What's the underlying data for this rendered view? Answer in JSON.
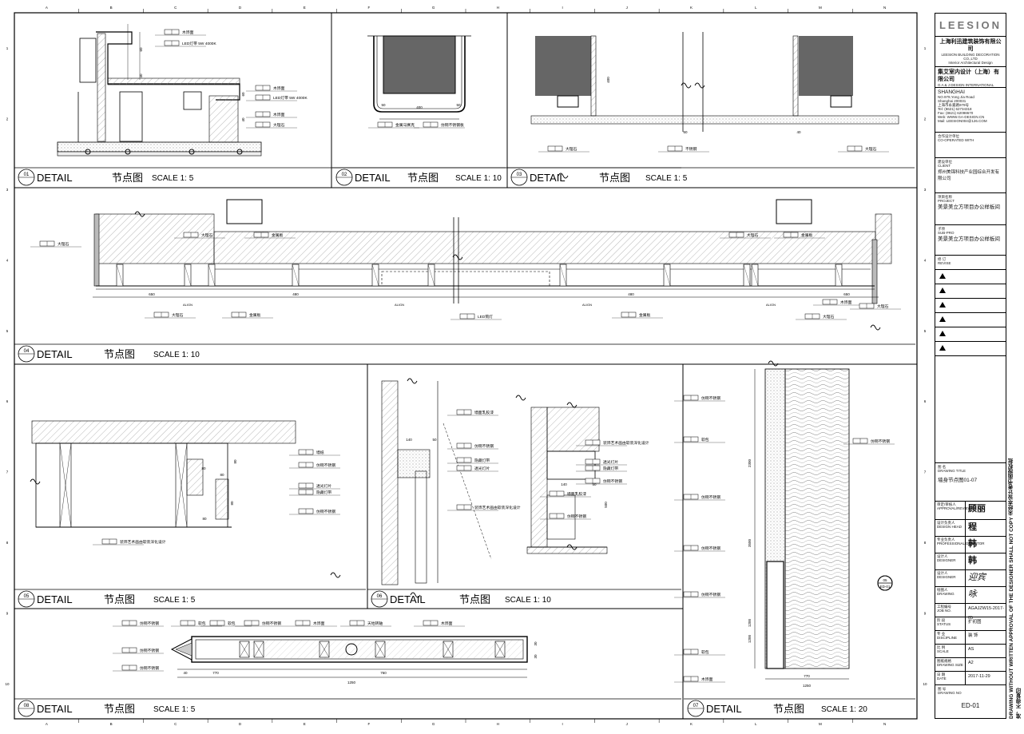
{
  "detail_word": "DETAIL",
  "details": [
    {
      "num": "01",
      "cn": "节点图",
      "scale": "SCALE 1: 5"
    },
    {
      "num": "02",
      "cn": "节点图",
      "scale": "SCALE 1: 10"
    },
    {
      "num": "03",
      "cn": "节点图",
      "scale": "SCALE 1: 5"
    },
    {
      "num": "04",
      "cn": "节点图",
      "scale": "SCALE 1: 10"
    },
    {
      "num": "05",
      "cn": "节点图",
      "scale": "SCALE 1: 5"
    },
    {
      "num": "06",
      "cn": "节点图",
      "scale": "SCALE 1: 10"
    },
    {
      "num": "07",
      "cn": "节点图",
      "scale": "SCALE 1: 20"
    },
    {
      "num": "08",
      "cn": "节点图",
      "scale": "SCALE 1: 5"
    }
  ],
  "grid_cols": [
    "A",
    "B",
    "C",
    "D",
    "E",
    "F",
    "G",
    "H",
    "I",
    "J",
    "K",
    "L",
    "M",
    "N"
  ],
  "grid_rows": [
    "1",
    "2",
    "3",
    "4",
    "5",
    "6",
    "7",
    "8",
    "9",
    "10"
  ],
  "annotations": {
    "d01": [
      "木饰面",
      "LED灯带 5W 4000K",
      "木饰面",
      "LED灯带 5W 4000K",
      "木饰面",
      "大理石"
    ],
    "d02": [
      "金属马赛克",
      "仿铜不锈钢板"
    ],
    "d03": [
      "大理石",
      "不锈钢",
      "大理石"
    ],
    "d04": [
      "大理石",
      "大理石",
      "金属板",
      "大理石",
      "金属板",
      "LED筒灯",
      "金属板",
      "大理石",
      "金属板",
      "大理石",
      "木饰面",
      "大理石"
    ],
    "d05": [
      "墙纸",
      "仿铜不锈钢",
      "透光灯片",
      "隐藏灯带",
      "仿铜不锈钢",
      "装饰艺术画由软装深化设计"
    ],
    "d06": [
      "墙面乳胶漆",
      "仿铜不锈钢",
      "隐藏灯带",
      "透光灯片",
      "装饰艺术画由软装深化设计",
      "装饰艺术画由软装深化设计",
      "透光灯片",
      "隐藏灯带",
      "仿铜不锈钢",
      "墙面乳胶漆",
      "仿铜不锈钢"
    ],
    "d07": [
      "仿铜不锈钢",
      "软包",
      "仿铜不锈钢",
      "仿铜不锈钢",
      "仿铜不锈钢",
      "软包",
      "仿铜不锈钢",
      "木饰面"
    ],
    "d08": [
      "仿铜不锈钢",
      "软包",
      "软包",
      "仿铜不锈钢",
      "木饰面",
      "天地转轴",
      "木饰面",
      "仿铜不锈钢",
      "仿铜不锈钢"
    ]
  },
  "dims": {
    "d01": [
      "60",
      "40",
      "60",
      "40"
    ],
    "d02": [
      "400",
      "50",
      "50"
    ],
    "d03": [
      "400",
      "60",
      "40"
    ],
    "d04": [
      "650",
      "480",
      "480",
      "650"
    ],
    "d05": [
      "80",
      "80",
      "80",
      "80",
      "80"
    ],
    "d06": [
      "140",
      "50",
      "140",
      "50",
      "500"
    ],
    "d07": [
      "2300",
      "3500",
      "1200",
      "1200",
      "770",
      "1250"
    ],
    "d08": [
      "40",
      "770",
      "760",
      "1250",
      "30",
      "30"
    ]
  },
  "align_label": "ALIGN",
  "section_tag": "05",
  "section_ref": "ED-01",
  "title_block": {
    "logo": "LEESION",
    "company1_cn": "上海利迅建筑装饰有限公司",
    "company1_en": "LEESION BUILDING DECORATION CO.,LTD",
    "company1_sub": "Interior Architectural Design",
    "company2_cn": "集艾室内设计（上海）有限公司",
    "company2_en": "G A & J DESIGN INTERNATIONAL",
    "address": [
      "SHANGHAI",
      "NO.979,Yong Jia Road",
      "Shanghai 200031",
      "上海市永嘉路979号",
      "Tel:   (8621) 62734318",
      "Fax:   (8621) 62098670",
      "Web:  WWW.GA-DESIGN.CN",
      "Mail:  LEESION004@126.COM"
    ],
    "cooperate_label": "合作设计单位\nCO-OPERATED WITH",
    "client_label": "建设单位\nCLIENT",
    "client": "郑州美锦科技产业园综合开发有限公司",
    "project_label": "项目名称\nPROJECT",
    "project": "美景美立方项目办公样板间",
    "subpro_label": "子项\nSUB-PRO",
    "subpro": "美景美立方项目办公样板间",
    "revise_label": "修 订\nREVISE",
    "drawing_title_label": "图 名\nDRAWING TITLE",
    "drawing_title": "墙身节点图01-07",
    "approval_label": "审定/审核人\nAPPROVAL/REVIEWER",
    "design_head_label": "设计负责人\nDESIGN HEAD",
    "prof_director_label": "专业负责人\nPROFESSIONAL DIRECTOR",
    "designer_label": "设计人\nDESIGNER",
    "design_label": "设计人\nDESIGNER",
    "drawing_label": "绘图人\nDRAWING",
    "info": [
      {
        "k": "工程编号\nJOB NO.",
        "v": "AGAJZW15-2017-05"
      },
      {
        "k": "阶 段\nSTATUS",
        "v": "扩初图"
      },
      {
        "k": "专 业\nDISCIPLINE",
        "v": "装 饰"
      },
      {
        "k": "比 例\nSCALE",
        "v": "AS"
      },
      {
        "k": "图纸规格\nDRAWING SIZE",
        "v": "A2"
      },
      {
        "k": "日 期\nDATE",
        "v": "2017-11-29"
      }
    ],
    "drawing_no_label": "图 号\nDRAWING NO",
    "drawing_no": "ED-01"
  },
  "side_note": "DRAWING WITHOUT WRITTEN APPROVAL OF THE DESIGNER SHALL NOT COPY 未经本设计者书面授权批准，不得复印"
}
